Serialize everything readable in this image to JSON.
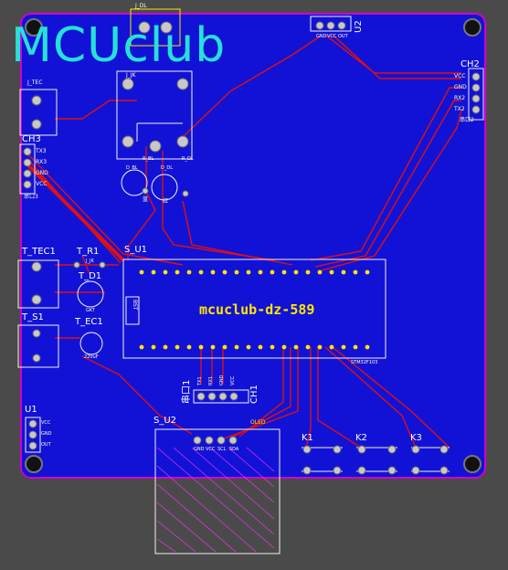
{
  "brand_text": "MCUclub",
  "board_title": "mcuclub-dz-589",
  "labels": {
    "j_dl": "J_DL",
    "u2": "U2",
    "u2_pins": [
      "GND",
      "VCC",
      "OUT"
    ],
    "ch2": "CH2",
    "ch2_pins": [
      "VCC",
      "GND",
      "RX2",
      "TX2"
    ],
    "ch2_note": "串口2",
    "j_tec": "J_TEC",
    "j_jk": "J_JK",
    "ch3": "CH3",
    "ch3_pins": [
      "TX3",
      "RX3",
      "GND",
      "VCC"
    ],
    "ch3_note": "串口3",
    "d_bl": "D_BL",
    "d_dl": "D_DL",
    "r_bl": "R_BL",
    "r_dl": "R_DL",
    "d_bl_note": "蓝",
    "d_dl_note": "红",
    "t_tec1": "T_TEC1",
    "t_r1": "T_R1",
    "j_jk2": "J_JK",
    "t_d1": "T_D1",
    "t_d1_pin": "GKT",
    "t_s1": "T_S1",
    "t_ec1": "T_EC1",
    "t_ec1_val": "220uF",
    "s_u1": "S_U1",
    "bt": "BST",
    "stm_label": "STM32F103",
    "ch1": "CH1",
    "ch1_prefix": "串口1",
    "ch1_pins": [
      "TX1",
      "RX1",
      "GND",
      "VCC"
    ],
    "u1": "U1",
    "u1_pins": [
      "VCC",
      "GND",
      "OUT"
    ],
    "s_u2": "S_U2",
    "oled": "OLED",
    "oled_pins": [
      "GND",
      "VCC",
      "SCL",
      "SDA"
    ],
    "k1": "K1",
    "k2": "K2",
    "k3": "K3"
  },
  "colors": {
    "board": "#1212d6",
    "outline": "#d000d0",
    "trace": "#e01010",
    "silk": "#f2f2f2",
    "brand": "#27e0d8",
    "label_yellow": "#ffe600"
  }
}
